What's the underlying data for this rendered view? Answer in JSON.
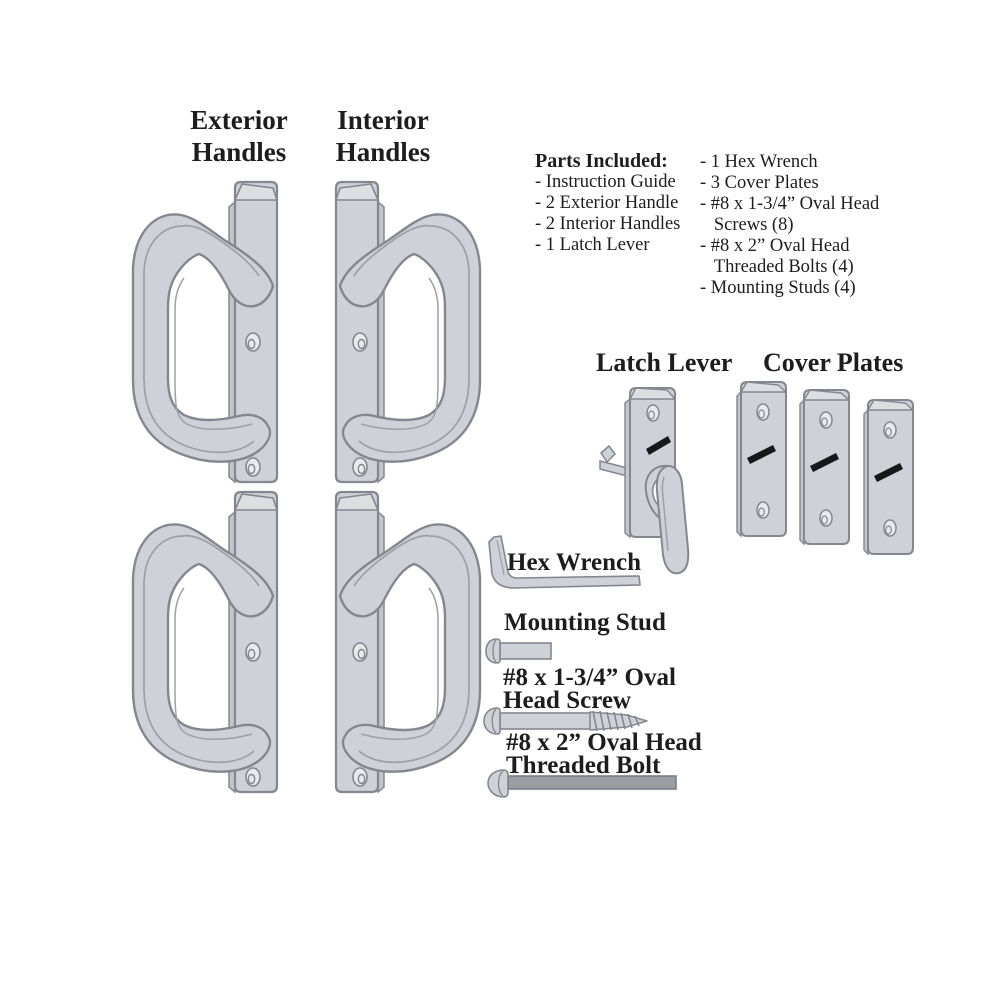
{
  "labels": {
    "exterior_handles": "Exterior\nHandles",
    "interior_handles": "Interior\nHandles",
    "latch_lever": "Latch Lever",
    "cover_plates": "Cover Plates",
    "hex_wrench": "Hex Wrench",
    "mounting_stud": "Mounting Stud",
    "oval_head_screw": "#8 x 1-3/4” Oval\nHead Screw",
    "threaded_bolt": "#8 x 2” Oval Head\nThreaded Bolt"
  },
  "parts_included": {
    "heading": "Parts Included:",
    "column1": [
      "- Instruction Guide",
      "- 2 Exterior Handle",
      "- 2 Interior Handles",
      "- 1 Latch Lever"
    ],
    "column2": [
      "- 1 Hex Wrench",
      "- 3 Cover Plates",
      "- #8 x 1-3/4” Oval Head\n   Screws (8)",
      "- #8 x 2” Oval Head\n   Threaded Bolts (4)",
      "- Mounting Studs (4)"
    ]
  },
  "item_counts": {
    "exterior_handles": 2,
    "interior_handles": 2,
    "latch_lever": 1,
    "cover_plates": 3,
    "hex_wrench": 1,
    "mounting_stud_shown": 1,
    "oval_head_screw_shown": 1,
    "threaded_bolt_shown": 1
  },
  "colors": {
    "background": "#ffffff",
    "part_fill": "#ced1d7",
    "part_bevel": "#dcdee2",
    "part_side": "#c2c5cb",
    "outline": "#84878e",
    "detail_line": "#9da0a7",
    "slot": "#17181a",
    "bolt_shank": "#9a9da3",
    "text": "#1d1d1f"
  }
}
